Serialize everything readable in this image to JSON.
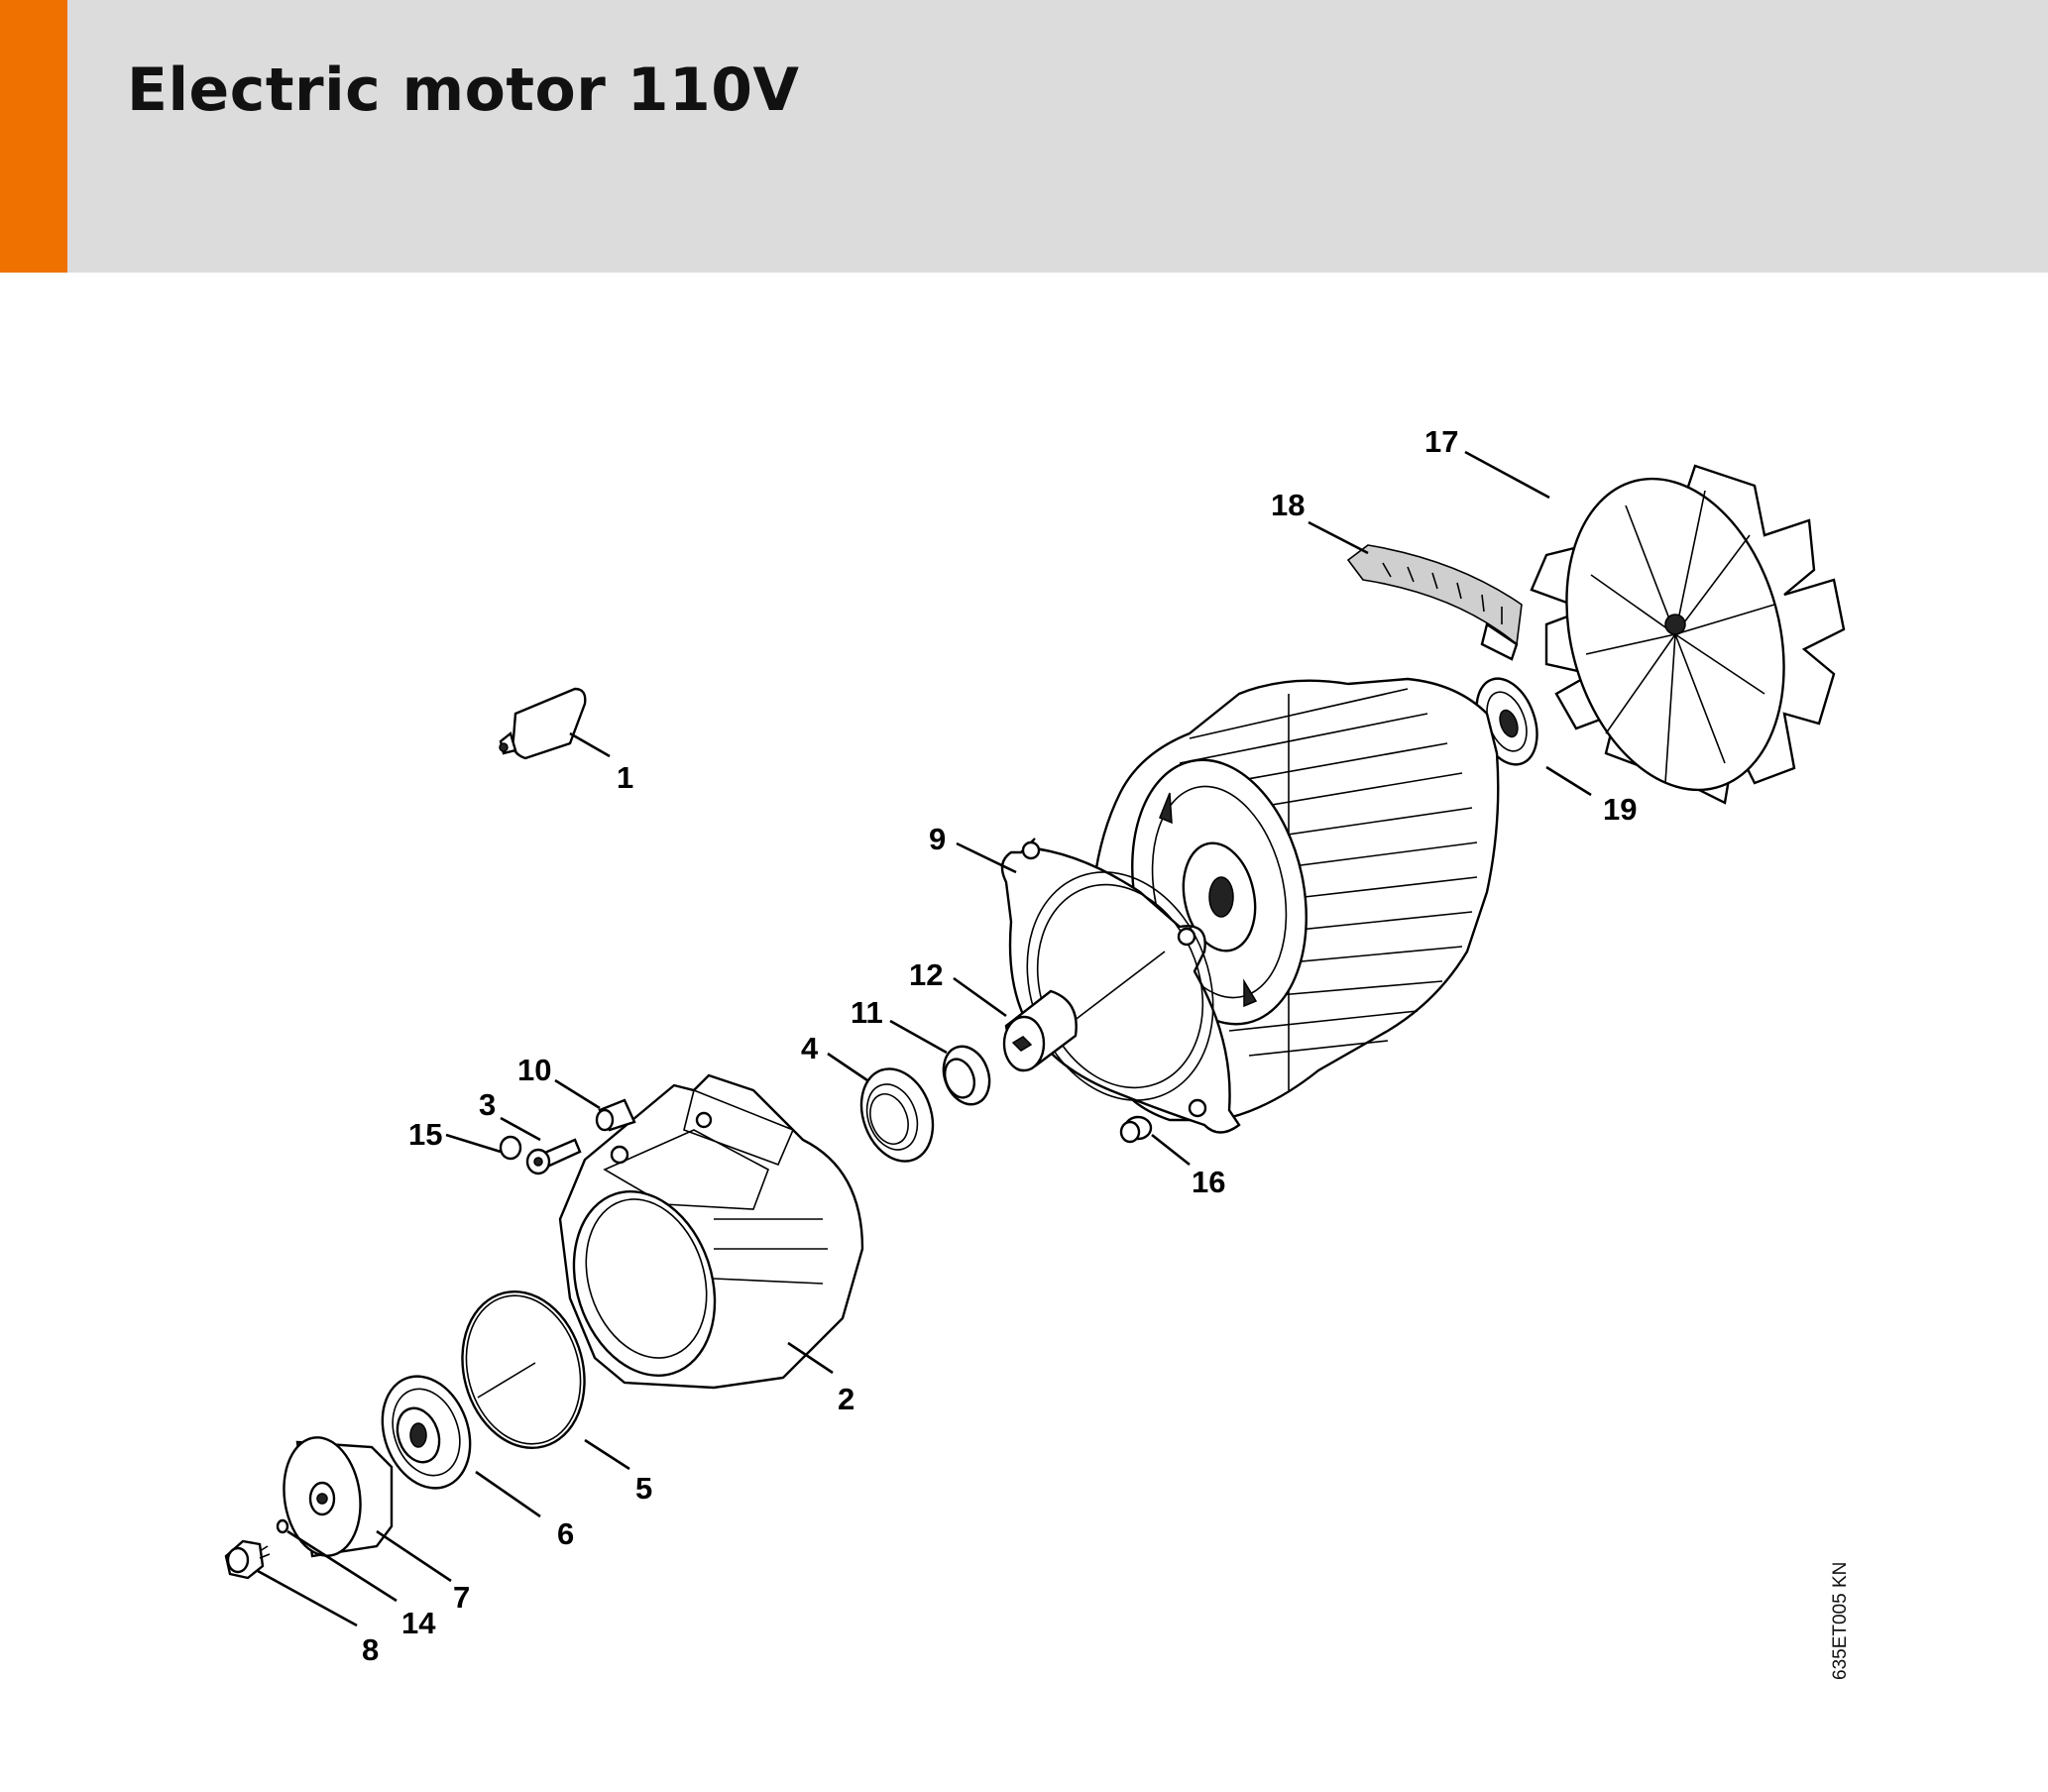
{
  "header": {
    "title": "Electric motor 110V",
    "accent_color": "#ef7100",
    "background_color": "#dcdcdc"
  },
  "diagram": {
    "drawing_code": "635ET005 KN",
    "callouts": [
      "1",
      "2",
      "3",
      "4",
      "5",
      "6",
      "7",
      "8",
      "9",
      "10",
      "11",
      "12",
      "14",
      "15",
      "16",
      "17",
      "18",
      "19"
    ]
  }
}
